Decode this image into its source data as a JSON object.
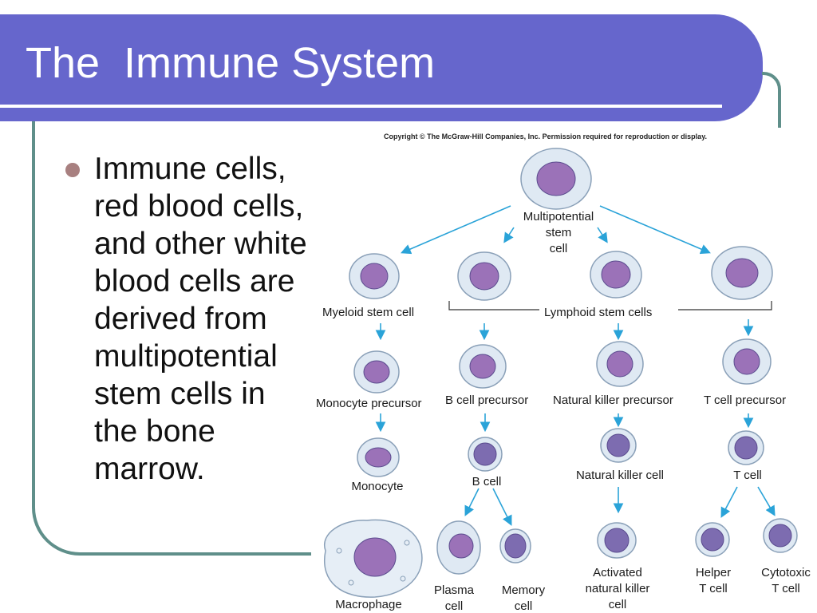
{
  "slide": {
    "title": "The  Immune System",
    "bullet": "Immune cells, red blood cells, and other white blood cells are derived from multipotential stem cells in the bone marrow."
  },
  "diagram": {
    "copyright": "Copyright © The McGraw-Hill Companies, Inc. Permission required for reproduction or display.",
    "labels": {
      "multipotential_l1": "Multipotential",
      "multipotential_l2": "stem",
      "multipotential_l3": "cell",
      "myeloid": "Myeloid stem cell",
      "lymphoid": "Lymphoid stem cells",
      "monocyte_precursor": "Monocyte precursor",
      "b_precursor": "B cell precursor",
      "nk_precursor": "Natural killer precursor",
      "t_precursor": "T cell precursor",
      "monocyte": "Monocyte",
      "b_cell": "B cell",
      "nk_cell": "Natural killer cell",
      "t_cell": "T cell",
      "macrophage": "Macrophage",
      "plasma_l1": "Plasma",
      "plasma_l2": "cell",
      "memory_l1": "Memory",
      "memory_l2": "cell",
      "activated_l1": "Activated",
      "activated_l2": "natural killer",
      "activated_l3": "cell",
      "helper_l1": "Helper",
      "helper_l2": "T cell",
      "cytotoxic_l1": "Cytotoxic",
      "cytotoxic_l2": "T cell"
    }
  },
  "colors": {
    "title_bar": "#6666cc",
    "frame": "#5f8f8a",
    "arrow": "#2aa3d8",
    "cell_cytoplasm": "#dfe9f3",
    "cell_outline": "#8aa0b8",
    "nucleus": "#9b72b8",
    "nucleus_dark": "#5a4b8e"
  }
}
